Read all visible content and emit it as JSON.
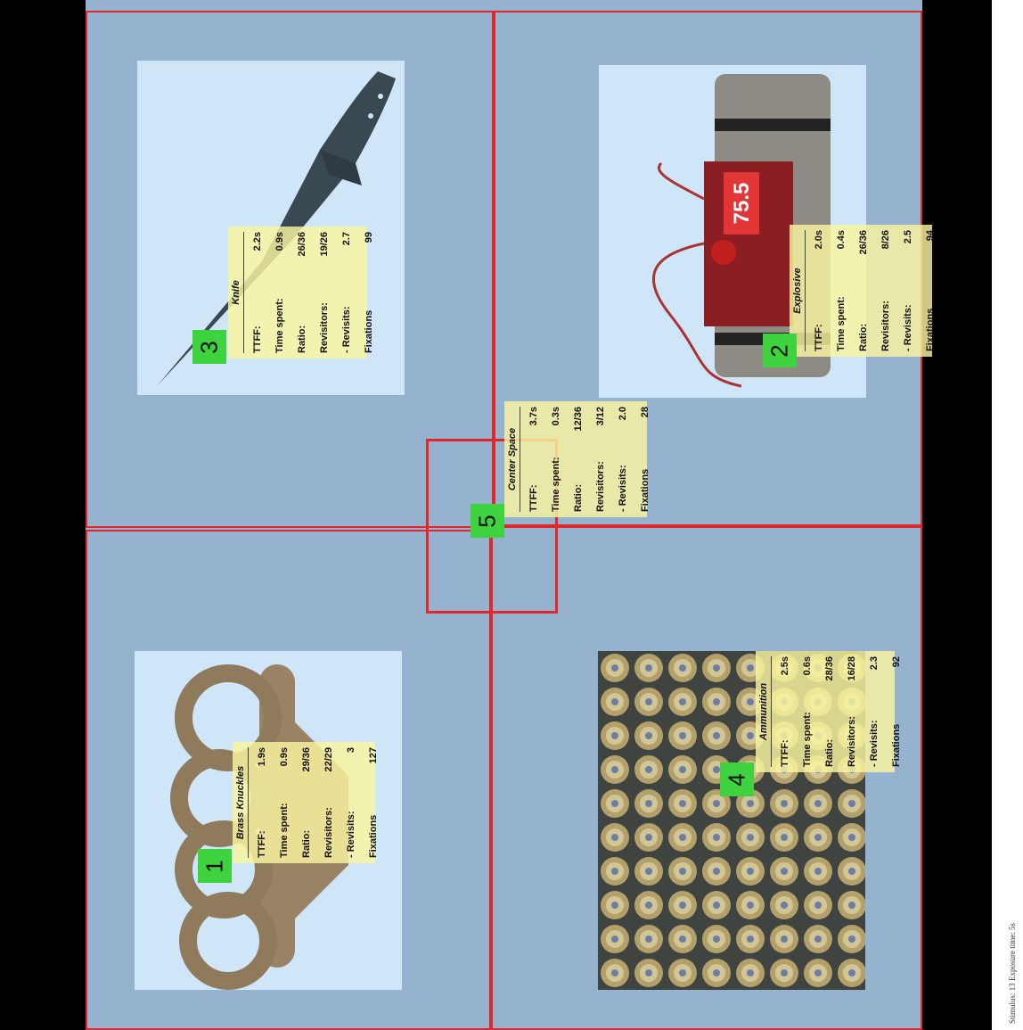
{
  "status_bar": {
    "text": "Stimulus: 13    Exposure time: 5s"
  },
  "aois": [
    {
      "id": "3",
      "name": "Knife",
      "rows": [
        [
          "TTFF:",
          "2.2s"
        ],
        [
          "Time spent:",
          "0.9s"
        ],
        [
          "Ratio:",
          "26/36"
        ],
        [
          "Revisitors:",
          "19/26"
        ],
        [
          "- Revisits:",
          "2.7"
        ],
        [
          "Fixations",
          "99"
        ]
      ]
    },
    {
      "id": "2",
      "name": "Explosive",
      "rows": [
        [
          "TTFF:",
          "2.0s"
        ],
        [
          "Time spent:",
          "0.4s"
        ],
        [
          "Ratio:",
          "26/36"
        ],
        [
          "Revisitors:",
          "8/26"
        ],
        [
          "- Revisits:",
          "2.5"
        ],
        [
          "Fixations",
          "94"
        ]
      ]
    },
    {
      "id": "5",
      "name": "Center Space",
      "rows": [
        [
          "TTFF:",
          "3.7s"
        ],
        [
          "Time spent:",
          "0.3s"
        ],
        [
          "Ratio:",
          "12/36"
        ],
        [
          "Revisitors:",
          "3/12"
        ],
        [
          "- Revisits:",
          "2.0"
        ],
        [
          "Fixations",
          "28"
        ]
      ]
    },
    {
      "id": "1",
      "name": "Brass Knuckles",
      "rows": [
        [
          "TTFF:",
          "1.9s"
        ],
        [
          "Time spent:",
          "0.9s"
        ],
        [
          "Ratio:",
          "29/36"
        ],
        [
          "Revisitors:",
          "22/29"
        ],
        [
          "- Revisits:",
          "3"
        ],
        [
          "Fixations",
          "127"
        ]
      ]
    },
    {
      "id": "4",
      "name": "Ammunition",
      "rows": [
        [
          "TTFF:",
          "2.5s"
        ],
        [
          "Time spent:",
          "0.6s"
        ],
        [
          "Ratio:",
          "28/36"
        ],
        [
          "Revisitors:",
          "16/28"
        ],
        [
          "- Revisits:",
          "2.3"
        ],
        [
          "Fixations",
          "92"
        ]
      ]
    }
  ],
  "timer_display": "75.5",
  "colors": {
    "aoi_border": "#e0272b",
    "badge": "#3ed23e",
    "card": "#faf5a0",
    "stage": "#95b3cf"
  }
}
